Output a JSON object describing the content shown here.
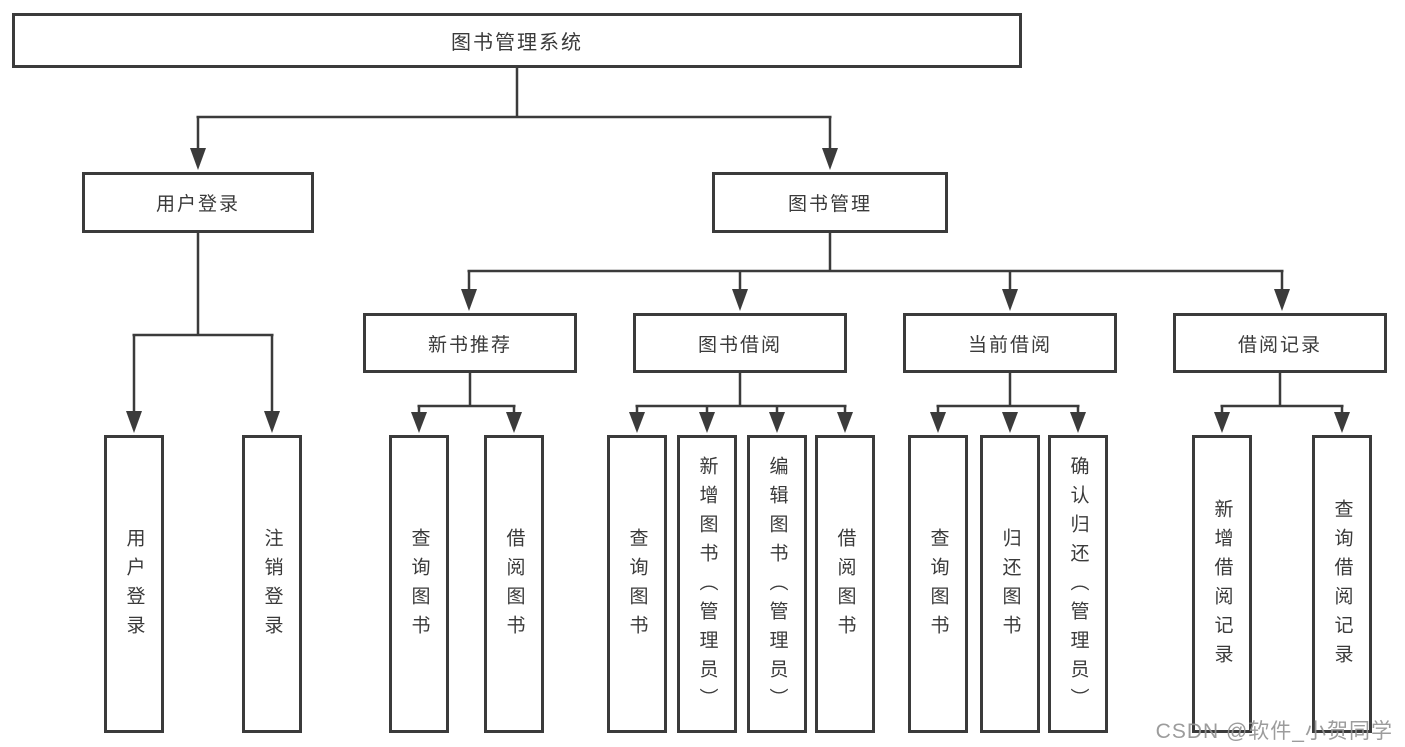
{
  "tree": {
    "label": "图书管理系统",
    "children": [
      {
        "label": "用户登录",
        "children": [
          {
            "label": "用户登录"
          },
          {
            "label": "注销登录"
          }
        ]
      },
      {
        "label": "图书管理",
        "children": [
          {
            "label": "新书推荐",
            "children": [
              {
                "label": "查询图书"
              },
              {
                "label": "借阅图书"
              }
            ]
          },
          {
            "label": "图书借阅",
            "children": [
              {
                "label": "查询图书"
              },
              {
                "label": "新增图书（管理员）"
              },
              {
                "label": "编辑图书（管理员）"
              },
              {
                "label": "借阅图书"
              }
            ]
          },
          {
            "label": "当前借阅",
            "children": [
              {
                "label": "查询图书"
              },
              {
                "label": "归还图书"
              },
              {
                "label": "确认归还（管理员）"
              }
            ]
          },
          {
            "label": "借阅记录",
            "children": [
              {
                "label": "新增借阅记录"
              },
              {
                "label": "查询借阅记录"
              }
            ]
          }
        ]
      }
    ]
  },
  "watermark": {
    "text": "CSDN @软件_小贺同学"
  },
  "colors": {
    "line": "#3b3b3b",
    "border": "#3b3b3b",
    "text": "#3a3a3a",
    "watermark": "#949494",
    "background": "#ffffff"
  }
}
